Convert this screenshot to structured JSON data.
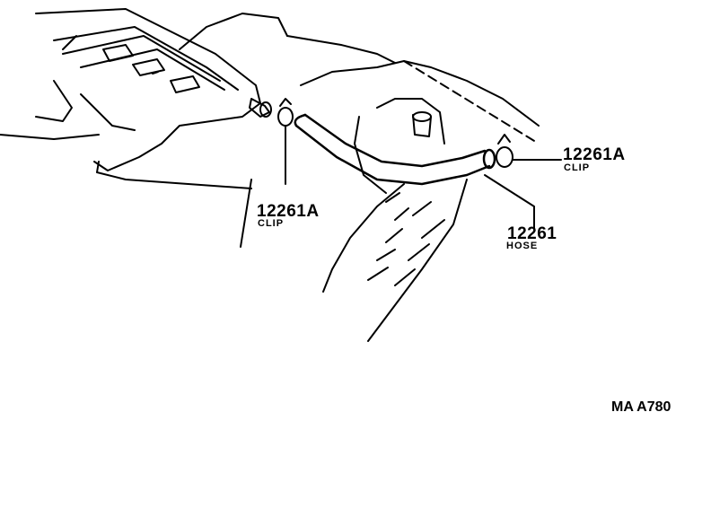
{
  "callouts": [
    {
      "part_number": "12261A",
      "name": "CLIP"
    },
    {
      "part_number": "12261A",
      "name": "CLIP"
    },
    {
      "part_number": "12261",
      "name": "HOSE"
    }
  ],
  "diagram_code": "MA A780",
  "colors": {
    "line": "#000000",
    "background": "#ffffff"
  }
}
